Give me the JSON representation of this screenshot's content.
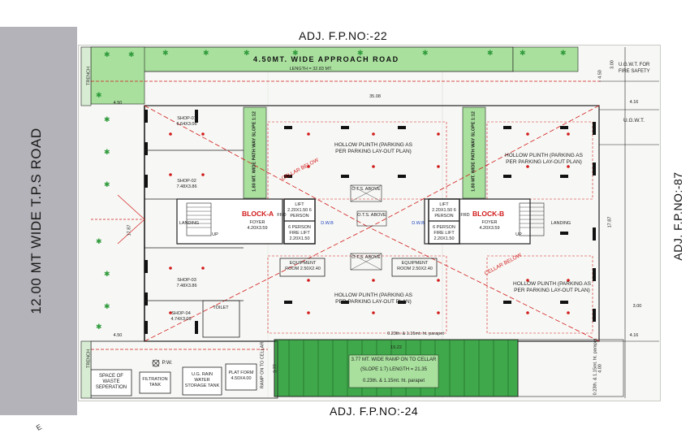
{
  "road": {
    "label": "12.00 MT WIDE T.P.S ROAD",
    "color": "#b3b3b9"
  },
  "adjacent": {
    "top": "ADJ. F.P.NO:-22",
    "bottom": "ADJ. F.P.NO:-24",
    "right": "ADJ. F.P.NO:-87"
  },
  "approach_road": {
    "title": "4.50MT. WIDE APPROACH ROAD",
    "length": "LENGTH = 32.83 MT.",
    "color": "#a9e09e"
  },
  "ugwt_fire": "U.G.W.T. FOR FIRE SAFETY",
  "ugwt": "U.G.W.T.",
  "dims": {
    "top_width": "35.08",
    "left_450_top": "4.50",
    "left_450_bottom": "4.50",
    "d416_top": "4.16",
    "d416_bottom": "4.16",
    "d300_top": "3.00",
    "d300_bottom": "3.00",
    "height_left": "17.87",
    "height_right": "17.87",
    "ramp_width": "19.22",
    "d400": "4.00",
    "d377": "3.77",
    "d450_right": "4.50"
  },
  "shops": [
    {
      "name": "SHOP-01",
      "size": "6.64X3.06"
    },
    {
      "name": "SHOP-02",
      "size": "7.48X3.86"
    },
    {
      "name": "SHOP-03",
      "size": "7.48X3.86"
    },
    {
      "name": "SHOP-04",
      "size": "4.74X3.06"
    }
  ],
  "pathways": [
    "1.80 MT. WIDE PATH WAY SLOPE 1:12",
    "1.80 MT. WIDE PATH WAY SLOPE 1:12"
  ],
  "hollow_plinth": "HOLLOW PLINTH (PARKING AS PER PARKING LAY-OUT PLAN)",
  "cellar_below": "CELLAR BELOW",
  "block_a": {
    "name": "BLOCK-A",
    "foyer": "FOYER",
    "foyer_size": "4.20X3.59",
    "landing": "LANDING",
    "up": "UP",
    "lift": "LIFT 2.20X1.50 6 PERSON",
    "fire_lift": "6 PERSON FIRE LIFT 2.20X1.50",
    "dwb": "D.W.B",
    "frd": "FRD",
    "equipment": "EQUIPMENT ROOM 2.50X2.40"
  },
  "block_b": {
    "name": "BLOCK-B",
    "foyer": "FOYER",
    "foyer_size": "4.20X3.59",
    "landing": "LANDING",
    "up": "UP",
    "lift": "LIFT 2.20X1.50 6 PERSON",
    "fire_lift": "6 PERSON FIRE LIFT 2.20X1.50",
    "dwb": "D.W.B",
    "frd": "FRD",
    "equipment": "EQUIPMENT ROOM 2.50X2.40"
  },
  "ots": [
    "O.T.S. ABOVE",
    "O.T.S. ABOVE",
    "O.T.S. ABOVE"
  ],
  "ramp": {
    "label": "3.77 MT. WIDE RAMP ON TO CELLAR",
    "slope": "(SLOPE 1:7) LENGTH = 21.35",
    "parapet": "0.23th. & 1.15mt. ht. parapet",
    "side_label": "RAMP ON TO CELLAR",
    "color": "#3fa84a"
  },
  "parapet_note": "0.23th. & 1.15mt. ht. parapet",
  "bottom_items": {
    "waste": "SPACE OF WASTE SEPERATION",
    "pw": "P.W.",
    "filtration": "FILTRATION TANK",
    "rainwater": "U.G. RAIN WATER STORAGE TANK",
    "platform": "PLAT FORM 4.50X4.00",
    "trench": "TRENCH"
  },
  "toilet": "TOILET",
  "compass": "E"
}
